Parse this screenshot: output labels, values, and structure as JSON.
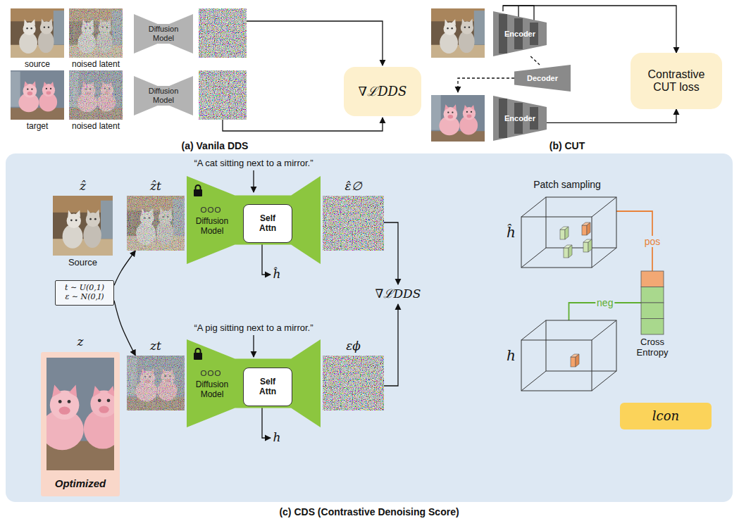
{
  "diagram": {
    "nodes": [
      {
        "text": [
          "source"
        ]
      },
      {
        "text": [
          "noised latent"
        ]
      },
      {
        "text": [
          "Diffusion Model"
        ]
      },
      {
        "text": [
          "∇ℒDDS"
        ]
      },
      {
        "text": [
          "target"
        ]
      },
      {
        "text": [
          "noised latent"
        ]
      },
      {
        "text": [
          "Diffusion Model"
        ]
      },
      {
        "text": [
          "Encoder"
        ]
      },
      {
        "text": [
          "Decoder"
        ]
      },
      {
        "text": [
          "Encoder"
        ]
      },
      {
        "text": [
          "Contrastive CUT loss"
        ]
      },
      {
        "text": [
          "ẑ",
          "Source"
        ]
      },
      {
        "text": [
          "ẑt"
        ]
      },
      {
        "text": [
          "Diffusion Model"
        ]
      },
      {
        "text": [
          "Self Attn"
        ],
        "in": 13
      },
      {
        "text": [
          "ε̂∅"
        ]
      },
      {
        "text": [
          "ĥ"
        ]
      },
      {
        "text": [
          "t ∼ U(0,1)",
          "ε ∼ N(0,I)"
        ]
      },
      {
        "text": [
          "z",
          "Optimized"
        ]
      },
      {
        "text": [
          "zt"
        ]
      },
      {
        "text": [
          "Diffusion Model"
        ]
      },
      {
        "text": [
          "Self Attn"
        ],
        "in": 20
      },
      {
        "text": [
          "εϕ"
        ]
      },
      {
        "text": [
          "Cross Entropy"
        ]
      },
      {
        "text": [
          "h"
        ]
      },
      {
        "text": [
          "lcon"
        ]
      }
    ],
    "edges": [
      {
        "from": 7,
        "to": 10,
        "arrow": "to"
      },
      {
        "from": 7,
        "to": 8,
        "arrow": "none"
      },
      {
        "from": 9,
        "to": 10,
        "arrow": "to"
      },
      {
        "from": 17,
        "to": 12,
        "arrow": "to"
      },
      {
        "from": 17,
        "to": 19,
        "arrow": "to"
      },
      {
        "from": 16,
        "to": 23,
        "label": "pos",
        "arrow": "none"
      },
      {
        "from": 24,
        "to": 23,
        "label": "neg",
        "arrow": "none"
      }
    ],
    "labels": [
      "(a) Vanila DDS",
      "(b) CUT",
      "“A cat sitting next to a mirror.”",
      "ĥ",
      "∇ℒDDS",
      "Patch sampling",
      "“A pig sitting next to a mirror.”",
      "h",
      "(c) CDS (Contrastive Denoising Score)"
    ]
  }
}
